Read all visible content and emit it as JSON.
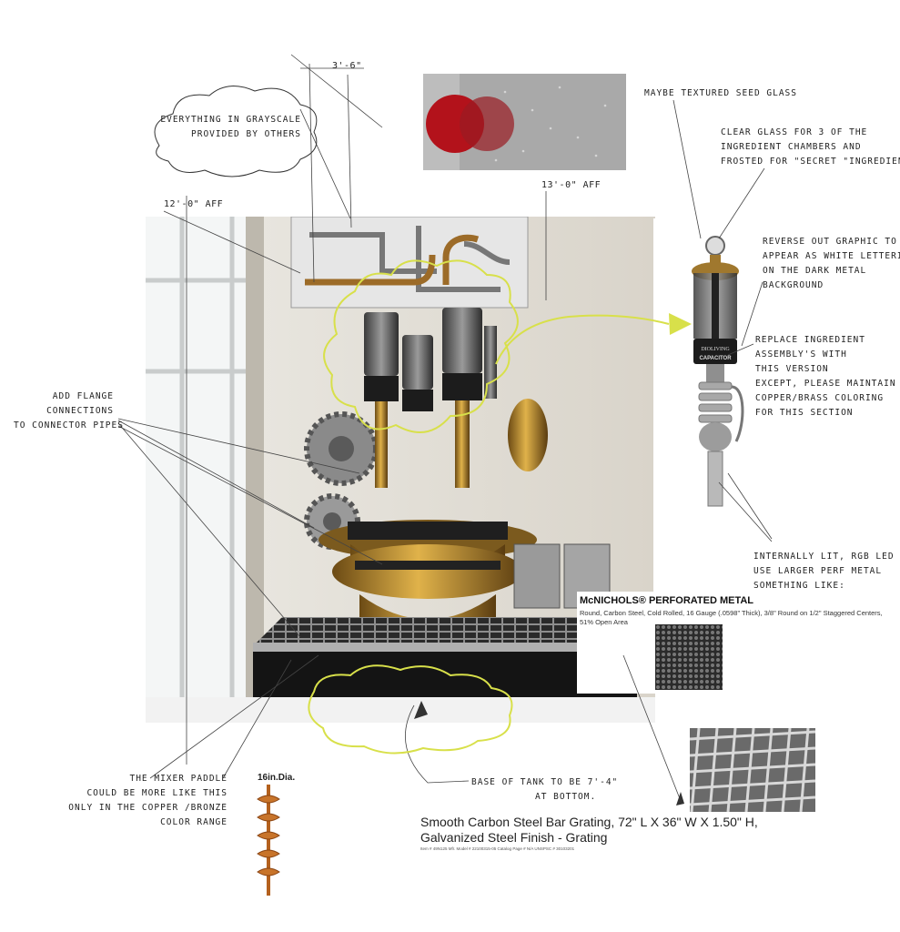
{
  "dimensions": {
    "width_label": "3'-6\"",
    "height_left": "12'-0\" AFF",
    "height_right": "13'-0\" AFF"
  },
  "notes": {
    "grayscale": [
      "EVERYTHING IN GRAYSCALE",
      "PROVIDED BY OTHERS"
    ],
    "seed_glass": "MAYBE TEXTURED SEED GLASS",
    "clear_glass": [
      "CLEAR GLASS FOR 3 OF THE",
      "INGREDIENT  CHAMBERS AND",
      "FROSTED FOR \"SECRET \"INGREDIENT"
    ],
    "reverse_graphic": [
      "REVERSE OUT GRAPHIC TO",
      "APPEAR AS WHITE LETTERING",
      "ON THE DARK METAL",
      "BACKGROUND"
    ],
    "replace_assembly": [
      "REPLACE INGREDIENT",
      "ASSEMBLY'S WITH",
      "THIS VERSION",
      "EXCEPT, PLEASE MAINTAIN",
      "COPPER/BRASS COLORING",
      "FOR THIS SECTION"
    ],
    "flange": [
      "ADD FLANGE",
      "CONNECTIONS",
      "TO CONNECTOR PIPES"
    ],
    "led": [
      "INTERNALLY LIT, RGB LED",
      "USE LARGER PERF METAL",
      "SOMETHING LIKE:"
    ],
    "mixer_paddle": [
      "THE MIXER PADDLE",
      "COULD BE MORE LIKE THIS",
      "ONLY IN THE COPPER /BRONZE",
      "COLOR RANGE"
    ],
    "base": [
      "BASE OF TANK TO BE 7'-4\"",
      "AT BOTTOM."
    ]
  },
  "capacitor": {
    "brand": "DIOLIVING",
    "label": "CAPACITOR"
  },
  "mcnichols": {
    "title": "McNICHOLS® PERFORATED METAL",
    "description": "Round, Carbon Steel, Cold Rolled, 16 Gauge (.0598\" Thick), 3/8\" Round on 1/2\" Staggered Centers, 51% Open Area"
  },
  "grating": {
    "title": "Smooth Carbon Steel Bar Grating, 72\" L X 36\" W X 1.50\" H, Galvanized Steel Finish - Grating",
    "meta": "Item # 49N125   Mfr. Model # 22100315-05   Catalog Page # N/A   UNSPSC # 30103201"
  },
  "auger": {
    "label": "16in.Dia."
  },
  "colors": {
    "annotation_yellow": "#d8e04a",
    "brass": "#b5842a",
    "dark_metal": "#1e1e1e",
    "ink": "#222222"
  }
}
